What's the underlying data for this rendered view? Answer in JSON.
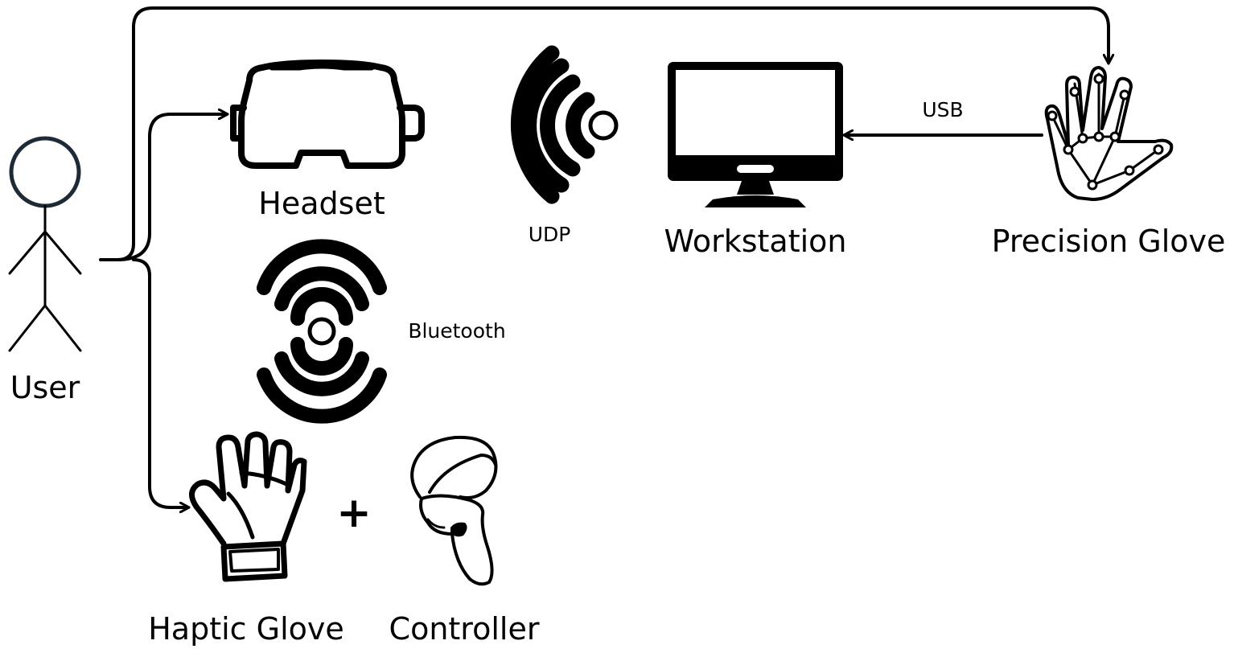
{
  "nodes": {
    "user": "User",
    "headset": "Headset",
    "workstation": "Workstation",
    "precision_glove": "Precision Glove",
    "haptic_glove": "Haptic Glove",
    "controller": "Controller"
  },
  "connections": {
    "udp": "UDP",
    "usb": "USB",
    "bluetooth": "Bluetooth"
  },
  "symbols": {
    "plus": "+"
  },
  "icons": [
    "stick-figure-icon",
    "vr-headset-icon",
    "wifi-signal-icon",
    "monitor-icon",
    "hand-tracking-icon",
    "bluetooth-signal-icon",
    "haptic-glove-icon",
    "vr-controller-icon"
  ],
  "colors": {
    "line": "#000000",
    "user_head_stroke": "#1f2a36",
    "background": "#ffffff"
  }
}
